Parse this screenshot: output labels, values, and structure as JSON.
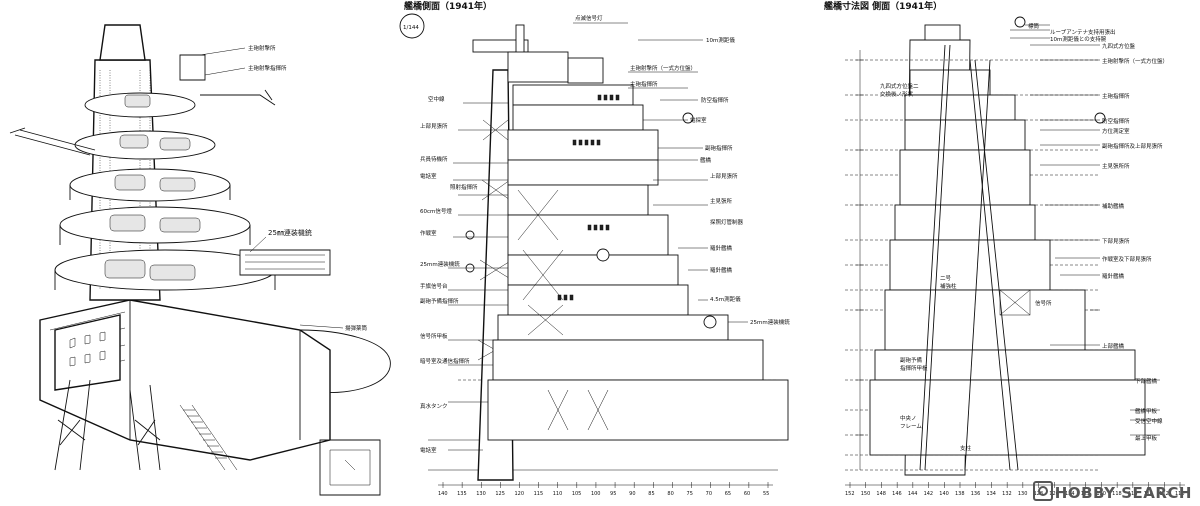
{
  "panels": {
    "perspective": {
      "labels": {
        "l1": "主砲射撃所",
        "l2": "主砲射撃指揮所",
        "l3": "25㎜連装機銃",
        "l4": "揚弾薬筒"
      }
    },
    "side": {
      "title": "艦橋側面（1941年）",
      "stamp": "1/144",
      "labels_right": [
        "点滅信号灯",
        "10m測距儀",
        "主砲射撃所（一式方位盤）",
        "主砲指揮所",
        "防空指揮所",
        "電探室",
        "副砲指揮所",
        "艦橋",
        "上部見張所",
        "主見張所",
        "探照灯管制器",
        "羅針艦橋",
        "羅針艦橋",
        "4.5m測距儀",
        "25mm連装機銃"
      ],
      "labels_left": [
        "空中線",
        "上部見張所",
        "兵員待機所",
        "電話室",
        "照射指揮所",
        "60cm信号燈",
        "作戦室",
        "25mm連装機銃",
        "手旗信号台",
        "副砲予備指揮所",
        "信号所甲板",
        "暗号室及通信指揮所",
        "真水タンク",
        "電話室"
      ],
      "ruler": [
        "140",
        "135",
        "130",
        "125",
        "120",
        "115",
        "110",
        "105",
        "100",
        "95",
        "90",
        "85",
        "80",
        "75",
        "70",
        "65",
        "60",
        "55"
      ]
    },
    "dims": {
      "title": "艦橋寸法図 側面（1941年）",
      "labels_right": [
        "標筒",
        "ループアンテナ支持用張出",
        "10m測距儀との支持腕",
        "九四式方位盤",
        "主砲射撃所（一式方位盤）",
        "主砲指揮所",
        "防空指揮所",
        "方位測定室",
        "副砲指揮所及上部見張所",
        "主見張所所",
        "補助艦橋",
        "下部見張所",
        "作戦室及下部見張所",
        "羅針艦橋",
        "上部艦橋",
        "下部艦橋",
        "艦橋甲板",
        "受信空中線",
        "最上甲板"
      ],
      "labels_mid": [
        "九四式方位盤二",
        "交換後ノ形状",
        "二号",
        "補強柱",
        "信号所",
        "副砲予備",
        "指揮所甲板",
        "中央ノ",
        "フレーム",
        "支柱"
      ],
      "ruler": [
        "152",
        "150",
        "148",
        "146",
        "144",
        "142",
        "140",
        "138",
        "136",
        "134",
        "132",
        "130",
        "128",
        "126",
        "124",
        "122",
        "120",
        "118",
        "116",
        "114",
        "112",
        "110"
      ]
    }
  },
  "watermark": {
    "text": "HOBBY SEARCH"
  }
}
